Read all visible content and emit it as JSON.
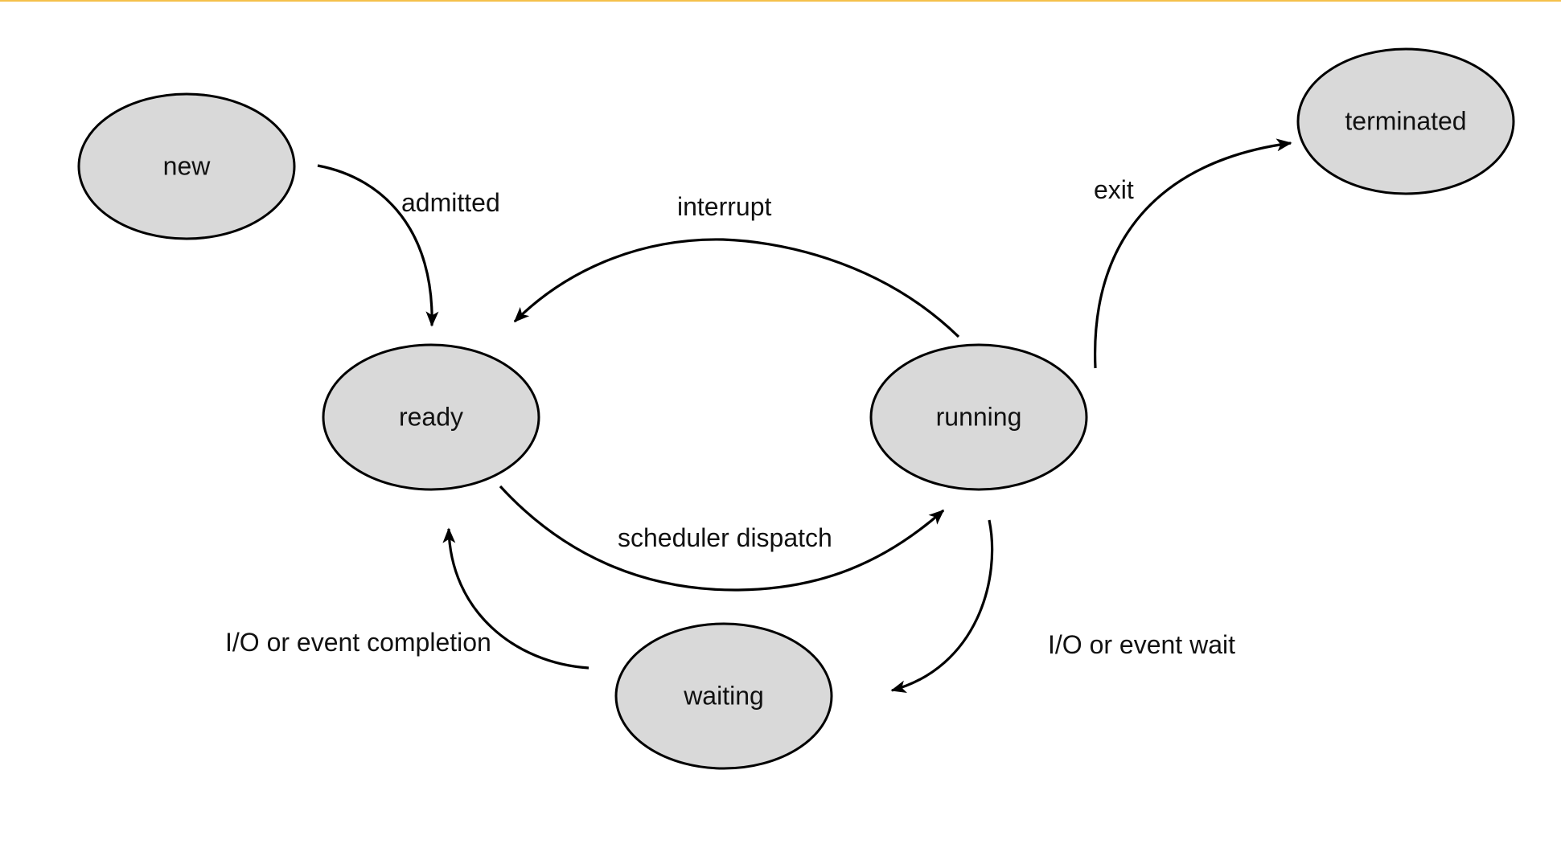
{
  "diagram": {
    "title": "Process state diagram",
    "accent_color": "#f5c04a",
    "state_fill": "#d9d9d9",
    "states": [
      {
        "id": "new",
        "label": "new"
      },
      {
        "id": "ready",
        "label": "ready"
      },
      {
        "id": "running",
        "label": "running"
      },
      {
        "id": "waiting",
        "label": "waiting"
      },
      {
        "id": "terminated",
        "label": "terminated"
      }
    ],
    "transitions": [
      {
        "id": "admitted",
        "from": "new",
        "to": "ready",
        "label": "admitted"
      },
      {
        "id": "interrupt",
        "from": "running",
        "to": "ready",
        "label": "interrupt"
      },
      {
        "id": "scheduler-dispatch",
        "from": "ready",
        "to": "running",
        "label": "scheduler dispatch"
      },
      {
        "id": "exit",
        "from": "running",
        "to": "terminated",
        "label": "exit"
      },
      {
        "id": "io-event-wait",
        "from": "running",
        "to": "waiting",
        "label": "I/O or event wait"
      },
      {
        "id": "io-event-completion",
        "from": "waiting",
        "to": "ready",
        "label": "I/O or event completion"
      }
    ]
  }
}
